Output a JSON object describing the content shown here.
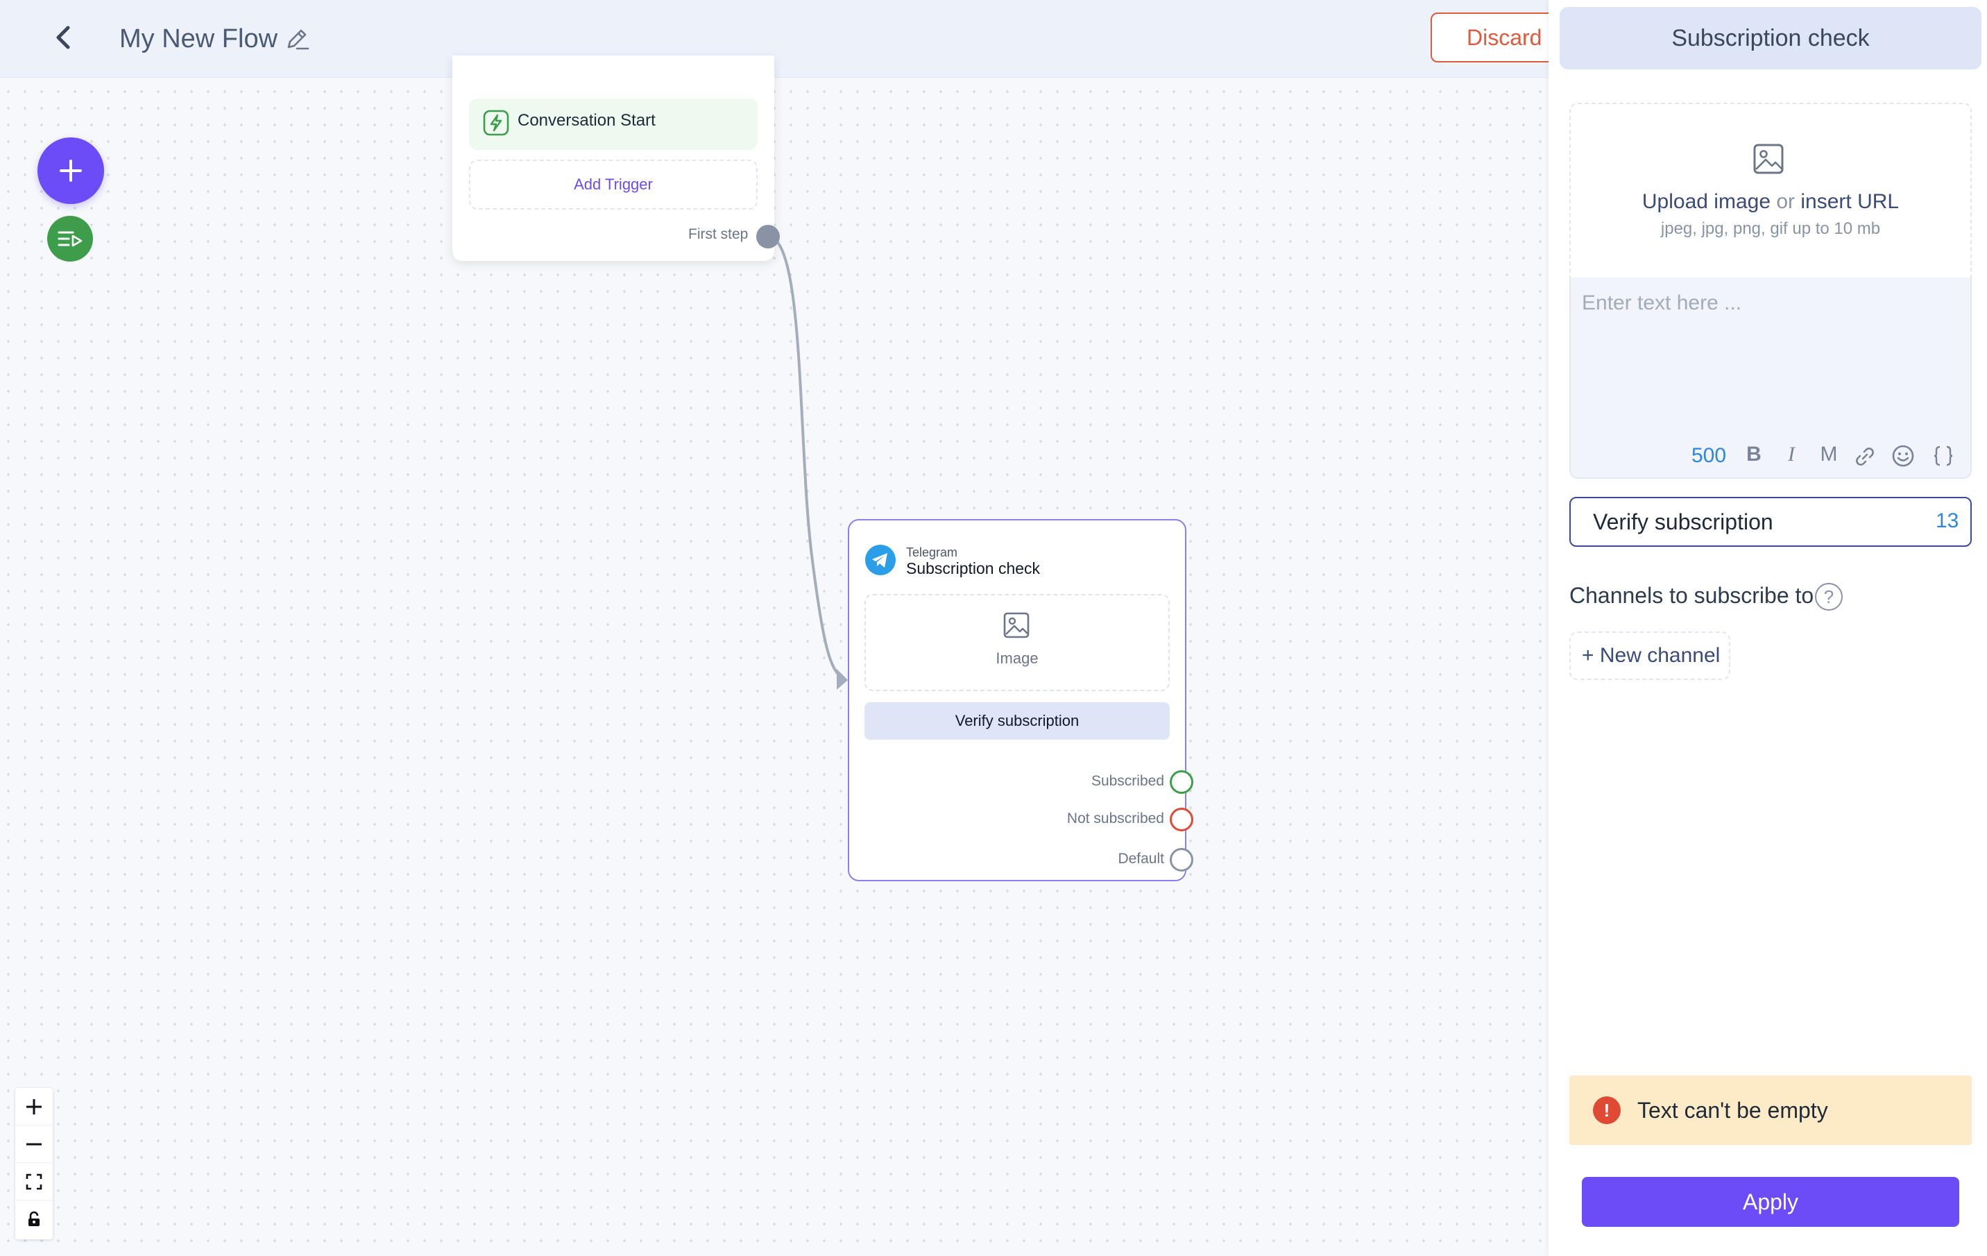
{
  "header": {
    "title": "My New Flow",
    "discard_label": "Discard c"
  },
  "start_node": {
    "trigger_label": "Conversation Start",
    "add_trigger_label": "Add Trigger",
    "output_label": "First step"
  },
  "subscription_node": {
    "channel": "Telegram",
    "title": "Subscription check",
    "image_label": "Image",
    "button_label": "Verify subscription",
    "outputs": [
      {
        "label": "Subscribed",
        "color": "#3e9d4a"
      },
      {
        "label": "Not subscribed",
        "color": "#e04a35"
      },
      {
        "label": "Default",
        "color": "#8a93a6"
      }
    ]
  },
  "panel": {
    "title": "Subscription check",
    "upload": {
      "upload_link": "Upload image",
      "or": "or",
      "url_link": "insert URL",
      "hint": "jpeg, jpg, png, gif up to 10 mb"
    },
    "text_placeholder": "Enter text here ...",
    "char_limit": "500",
    "toolbar": [
      "B",
      "I",
      "M"
    ],
    "button_text_value": "Verify subscription",
    "button_text_count": "13",
    "channels_label": "Channels to subscribe to",
    "new_channel_label": "+ New channel",
    "error_text": "Text can't be empty",
    "apply_label": "Apply"
  },
  "colors": {
    "accent": "#6b4cf6",
    "success": "#3e9d4a",
    "error": "#e04a35",
    "link": "#2f86e0"
  }
}
